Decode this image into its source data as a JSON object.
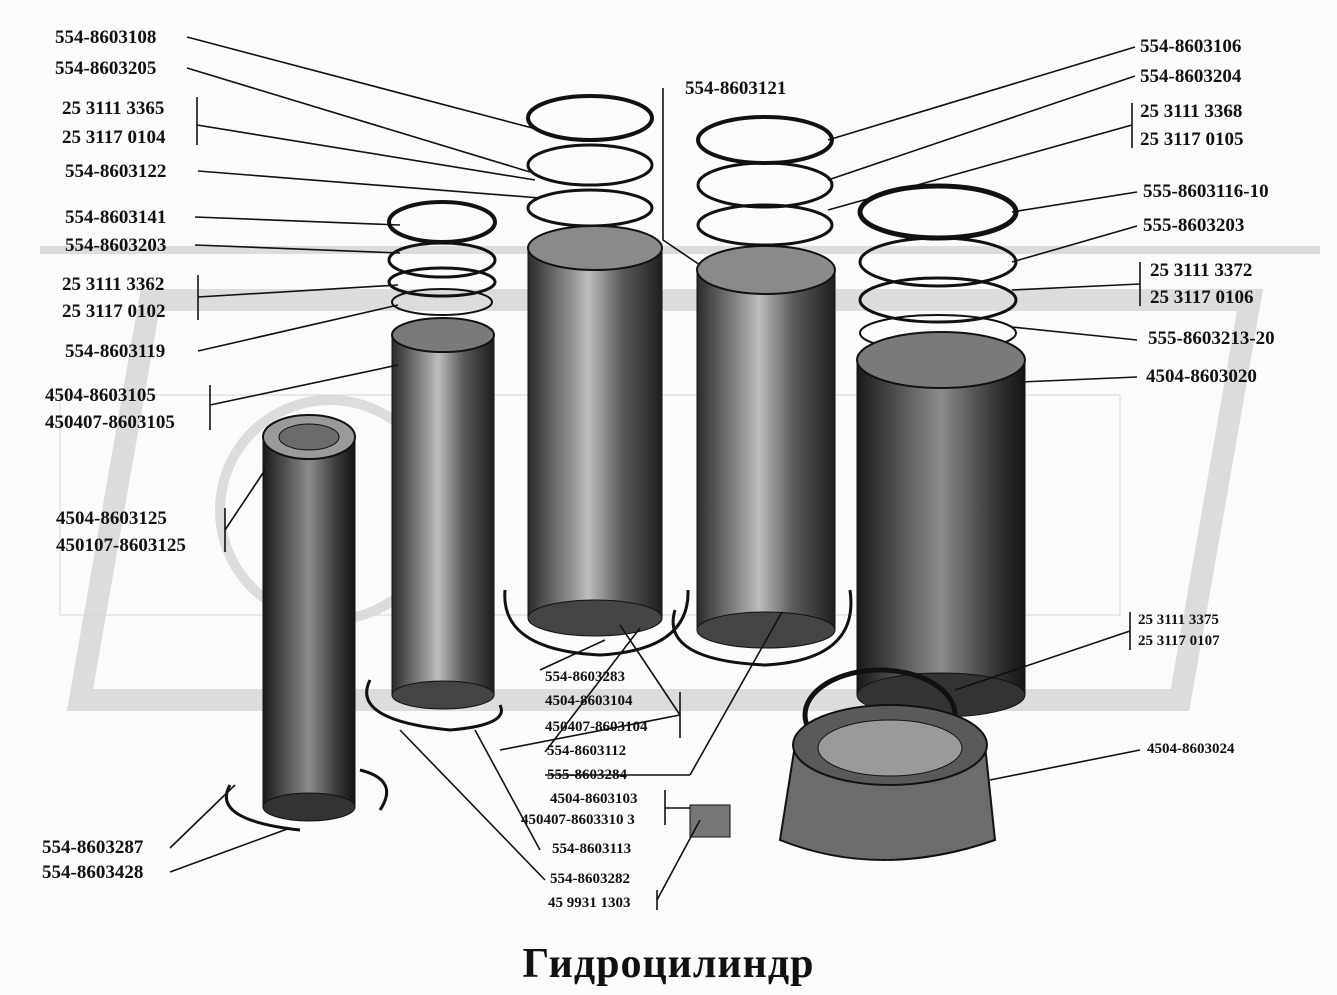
{
  "title": "Гидроцилиндр",
  "labels_left": {
    "p554_8603108": "554-8603108",
    "p554_8603205": "554-8603205",
    "p25_3111_3365": "25 3111 3365",
    "p25_3117_0104": "25 3117 0104",
    "p554_8603122": "554-8603122",
    "p554_8603141": "554-8603141",
    "p554_8603203": "554-8603203",
    "p25_3111_3362": "25 3111 3362",
    "p25_3117_0102": "25 3117 0102",
    "p554_8603119": "554-8603119",
    "p4504_8603105": "4504-8603105",
    "p450407_8603105": "450407-8603105",
    "p4504_8603125": "4504-8603125",
    "p450107_8603125": "450107-8603125",
    "p554_8603287": "554-8603287",
    "p554_8603428": "554-8603428"
  },
  "labels_right": {
    "p554_8603121": "554-8603121",
    "p554_8603106": "554-8603106",
    "p554_8603204": "554-8603204",
    "p25_3111_3368": "25 3111 3368",
    "p25_3117_0105": "25 3117 0105",
    "p555_8603116_10": "555-8603116-10",
    "p555_8603203": "555-8603203",
    "p25_3111_3372": "25 3111 3372",
    "p25_3117_0106": "25 3117 0106",
    "p555_8603213_20": "555-8603213-20",
    "p4504_8603020": "4504-8603020",
    "p25_3111_3375": "25 3111 3375",
    "p25_3117_0107": "25 3117 0107",
    "p4504_8603024": "4504-8603024"
  },
  "labels_bottom": {
    "p554_8603283": "554-8603283",
    "p4504_8603104": "4504-8603104",
    "p450407_8603104": "450407-8603104",
    "p554_8603112": "554-8603112",
    "p555_8603284": "555-8603284",
    "p4504_8603103": "4504-8603103",
    "p450407_8603103": "450407-8603310 3",
    "p554_8603113": "554-8603113",
    "p554_8603282": "554-8603282",
    "p45_9931_1303": "45 9931 1303"
  },
  "colors": {
    "ink": "#111111",
    "watermark": "#c8c8c8",
    "background": "#fbfbfb"
  }
}
